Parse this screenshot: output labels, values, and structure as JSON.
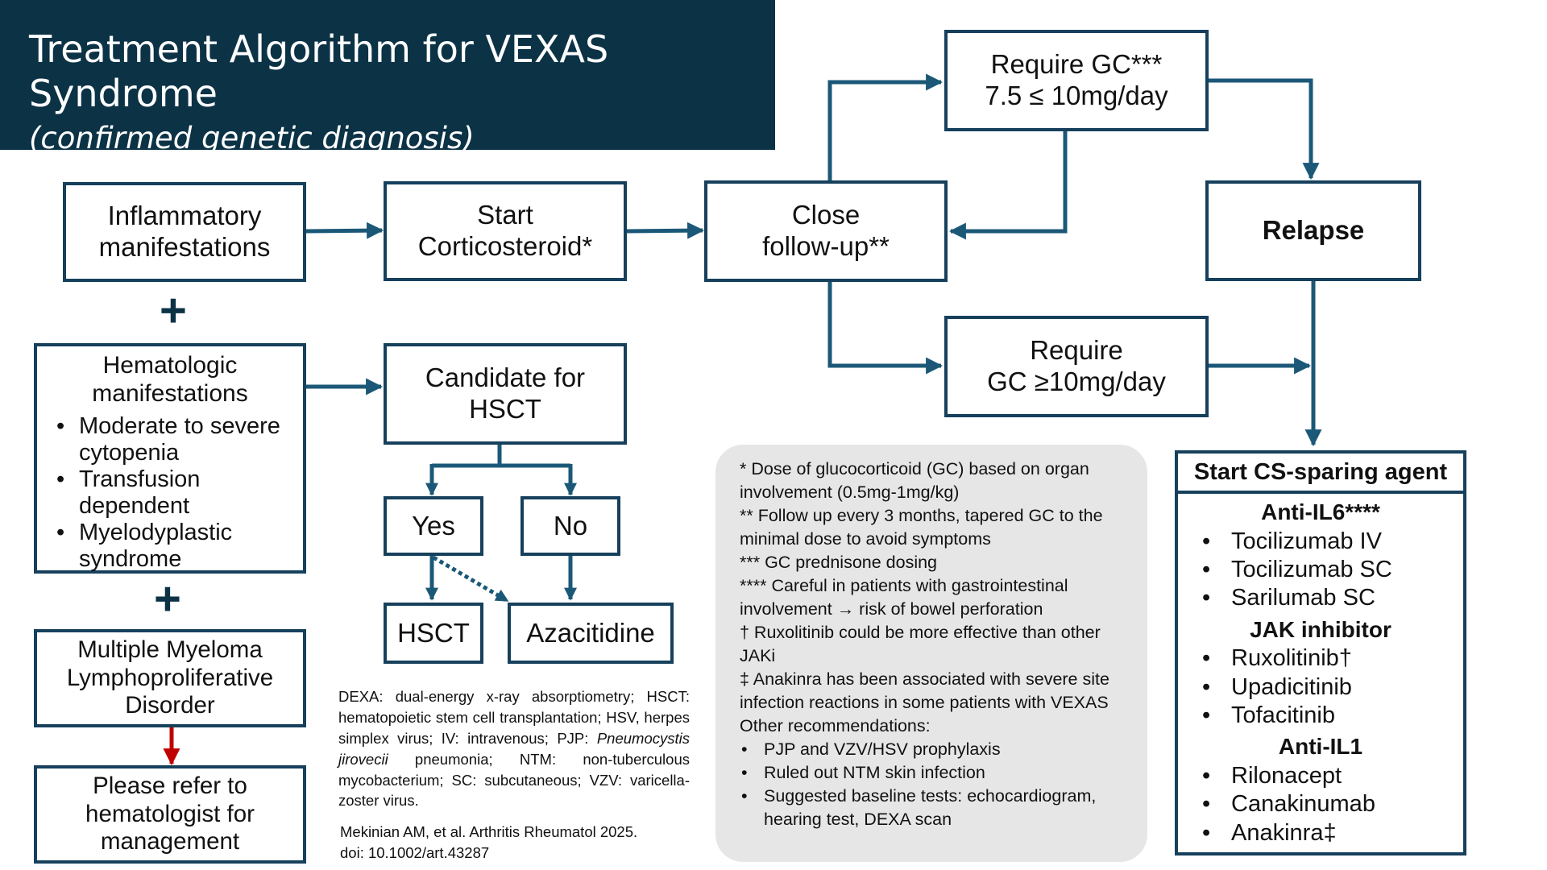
{
  "header": {
    "title": "Treatment Algorithm for VEXAS Syndrome",
    "subtitle": "(confirmed genetic diagnosis)"
  },
  "nodes": {
    "inflammatory": [
      "Inflammatory",
      "manifestations"
    ],
    "start_cs": [
      "Start",
      "Corticosteroid*"
    ],
    "close_followup": [
      "Close",
      "follow-up**"
    ],
    "require_low": [
      "Require GC***",
      "7.5 ≤ 10mg/day"
    ],
    "require_high": [
      "Require",
      "GC ≥10mg/day"
    ],
    "relapse": "Relapse",
    "hematologic": {
      "title": [
        "Hematologic",
        "manifestations"
      ],
      "items": [
        "Moderate to severe cytopenia",
        "Transfusion dependent",
        "Myelodyplastic syndrome"
      ]
    },
    "candidate": [
      "Candidate for",
      "HSCT"
    ],
    "yes": "Yes",
    "no": "No",
    "hsct": "HSCT",
    "azacitidine": "Azacitidine",
    "myeloma": [
      "Multiple Myeloma",
      "Lymphoproliferative",
      "Disorder"
    ],
    "refer": [
      "Please refer to",
      "hematologist for",
      "management"
    ]
  },
  "plus_symbol": "+",
  "cs_agent": {
    "header": "Start CS-sparing agent",
    "groups": [
      {
        "name": "Anti-IL6****",
        "items": [
          "Tocilizumab IV",
          "Tocilizumab SC",
          "Sarilumab SC"
        ]
      },
      {
        "name": "JAK inhibitor",
        "items": [
          "Ruxolitinib†",
          "Upadicitinib",
          "Tofacitinib"
        ]
      },
      {
        "name": "Anti-IL1",
        "items": [
          "Rilonacept",
          "Canakinumab",
          "Anakinra‡"
        ]
      }
    ]
  },
  "notes": {
    "lines": [
      "* Dose of glucocorticoid (GC) based on organ involvement (0.5mg-1mg/kg)",
      "** Follow up every 3 months, tapered GC to the minimal dose to avoid symptoms",
      "*** GC prednisone dosing",
      "**** Careful in patients with gastrointestinal involvement → risk of bowel perforation",
      "† Ruxolitinib could be more effective than other JAKi",
      "‡ Anakinra has been associated with severe site infection reactions in some patients with VEXAS",
      "Other recommendations:"
    ],
    "recommendations": [
      "PJP and VZV/HSV prophylaxis",
      "Ruled out NTM skin infection",
      "Suggested baseline tests: echocardiogram, hearing test, DEXA scan"
    ]
  },
  "abbreviations": {
    "part1": "DEXA: dual-energy x-ray absorptiometry; HSCT: hematopoietic stem cell transplantation; HSV, herpes simplex virus; IV: intravenous; PJP: ",
    "italic": "Pneumocystis jirovecii",
    "part2": " pneumonia; NTM: non-tuberculous mycobacterium; SC: subcutaneous; VZV: varicella-zoster virus."
  },
  "citation": [
    "Mekinian AM, et al. Arthritis Rheumatol 2025.",
    "doi: 10.1002/art.43287"
  ],
  "colors": {
    "banner": "#0c3246",
    "box_border": "#16405c",
    "arrow": "#1b5878",
    "red_arrow": "#c00000",
    "note_bg": "#e6e6e6"
  }
}
